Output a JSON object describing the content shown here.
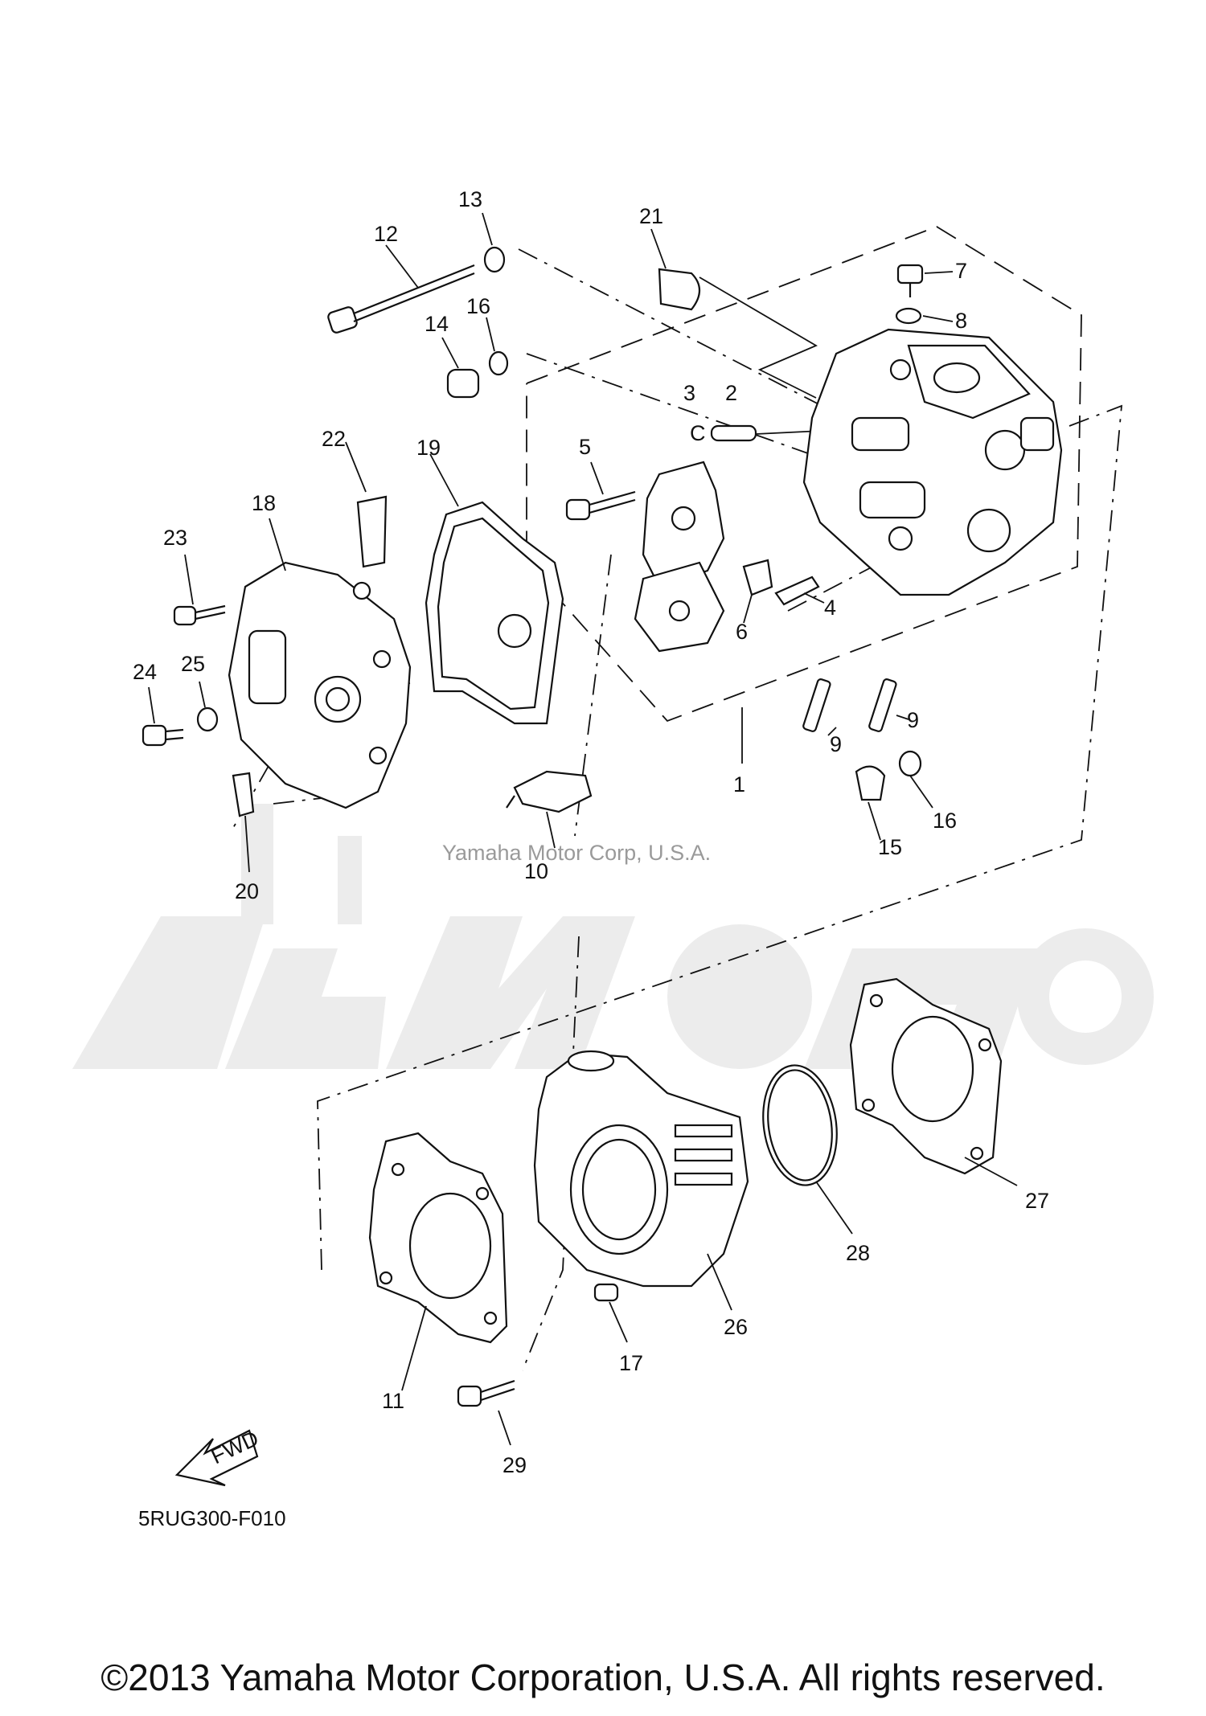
{
  "diagram": {
    "code": "5RUG300-F010",
    "watermark": "Yamaha Motor Corp, U.S.A.",
    "fwd_label": "FWD",
    "callouts": [
      "1",
      "2",
      "3",
      "4",
      "5",
      "6",
      "7",
      "8",
      "9",
      "9",
      "10",
      "11",
      "12",
      "13",
      "14",
      "15",
      "16",
      "16",
      "17",
      "18",
      "19",
      "20",
      "21",
      "22",
      "23",
      "24",
      "25",
      "26",
      "27",
      "28",
      "29"
    ]
  },
  "footer": {
    "copyright": "©2013 Yamaha Motor Corporation, U.S.A. All rights reserved."
  },
  "colors": {
    "line": "#111111",
    "watermark": "#ececec",
    "watermark_text": "#9a9a9a"
  }
}
